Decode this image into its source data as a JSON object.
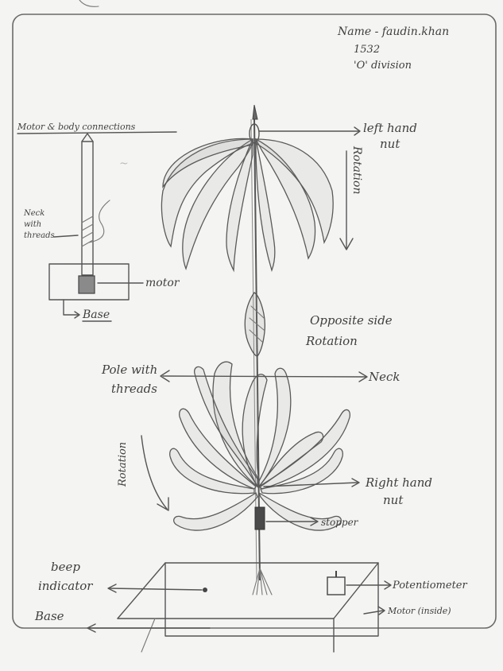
{
  "author": {
    "name": "Name - faudin.khan",
    "roll": "1532",
    "division": "'O' division"
  },
  "inset": {
    "heading": "Motor & body connections",
    "labels": {
      "neck": "Neck with threads",
      "motor": "motor",
      "base": "Base"
    }
  },
  "labels": {
    "left_hand_nut": "left hand nut",
    "rotation_top": "Rotation",
    "opposite_side_rotation": "Opposite side rotation",
    "pole_with_threads": "Pole with threads",
    "neck": "Neck",
    "rotation_bottom": "Rotation",
    "right_hand_nut": "Right hand nut",
    "stopper": "stopper",
    "beep_indicator": "beep indicator",
    "potentiometer": "Potentiometer",
    "motor_inside": "Motor (inside)",
    "base": "Base"
  },
  "colors": {
    "paper": "#f4f4f2",
    "pencil": "#555555",
    "border": "#6a6a6a"
  }
}
